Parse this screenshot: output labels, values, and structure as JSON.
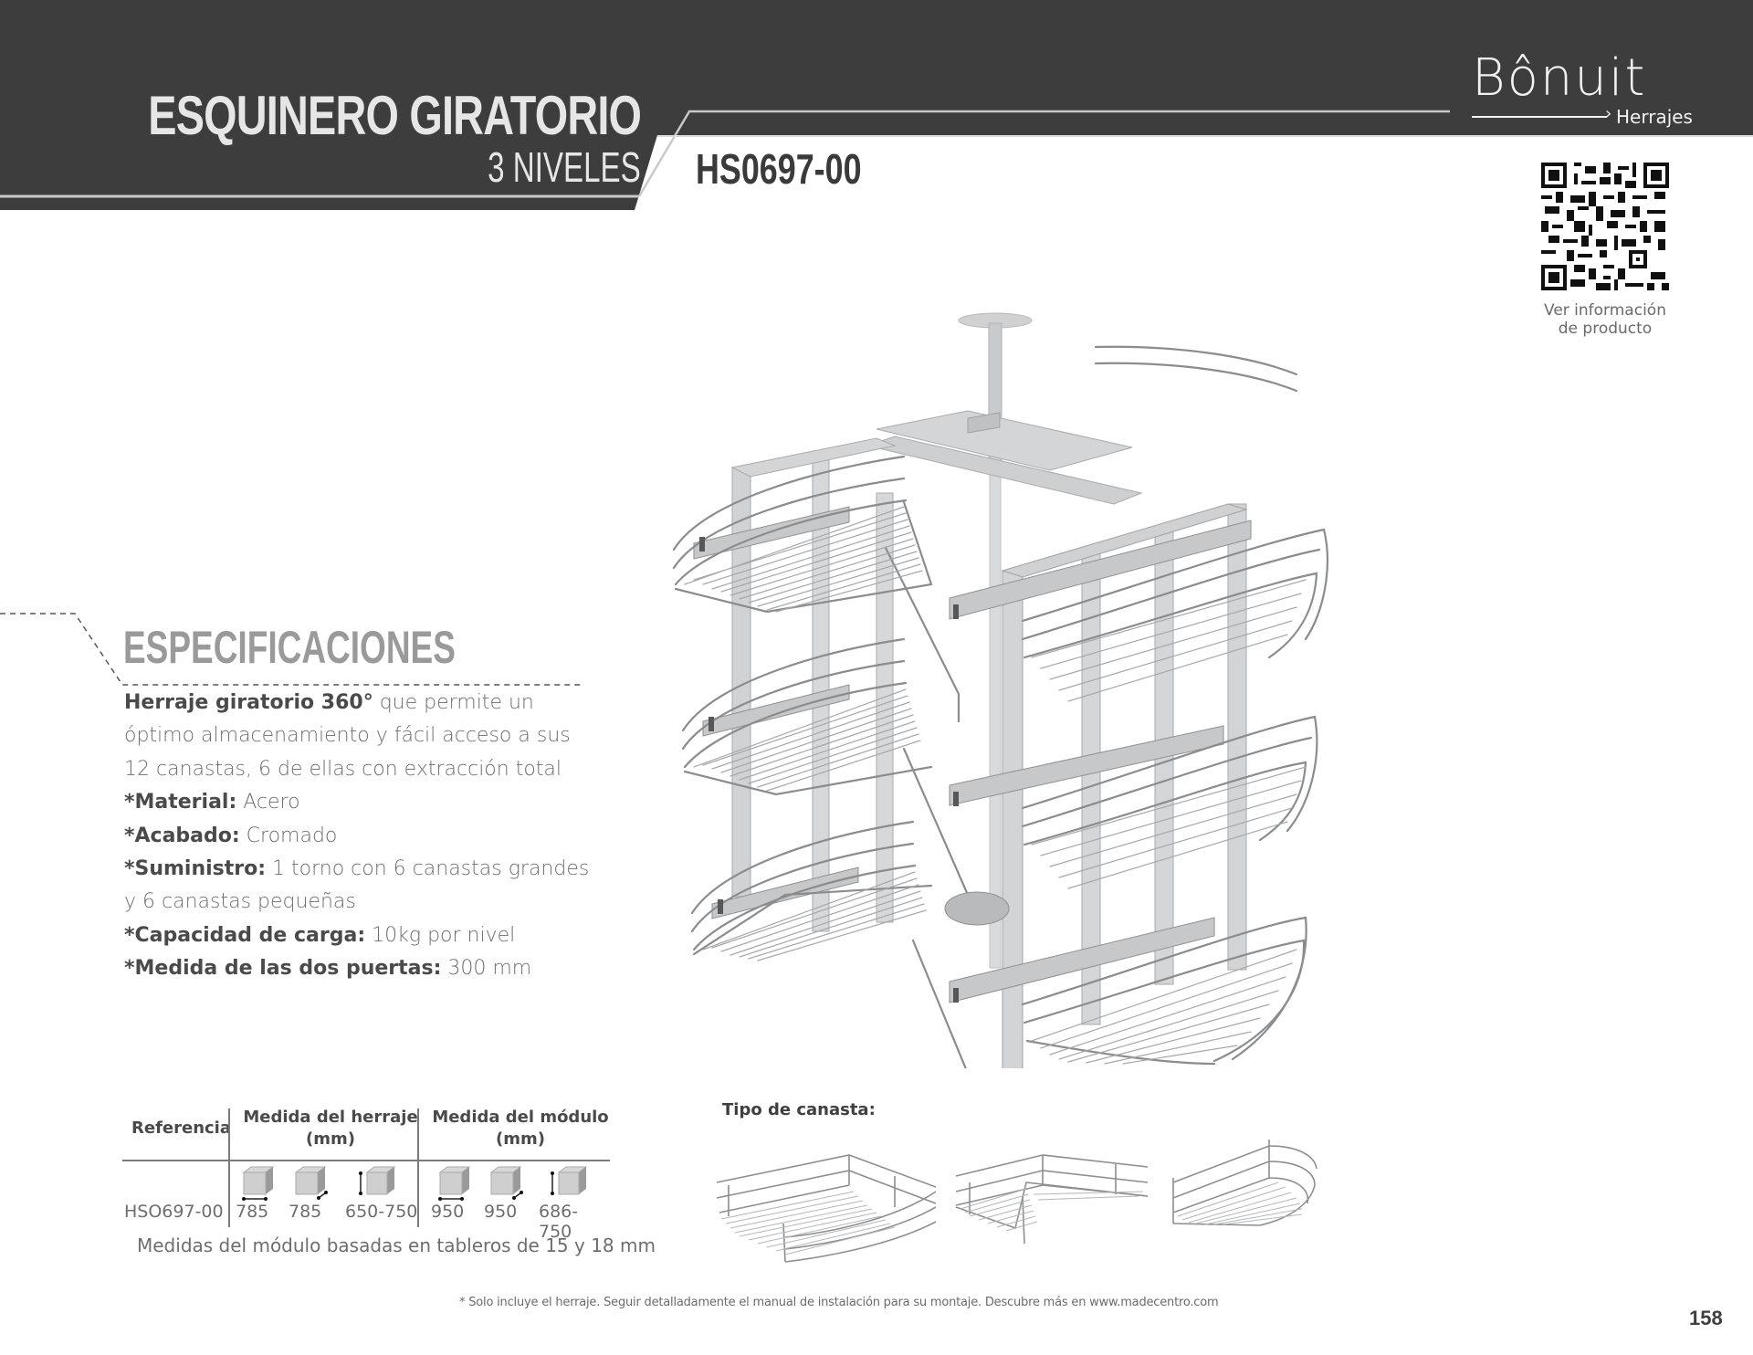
{
  "header": {
    "title": "ESQUINERO GIRATORIO",
    "subtitle": "3 NIVELES",
    "product_code": "HS0697-00",
    "band_color": "#3d3d3d"
  },
  "brand": {
    "name": "Bônuit",
    "sub_label": "Herrajes",
    "chevron": "›"
  },
  "qr": {
    "icon": "qr-code-icon",
    "caption_line1": "Ver información",
    "caption_line2": "de producto"
  },
  "specs": {
    "title": "ESPECIFICACIONES",
    "intro_bold": "Herraje giratorio 360°",
    "intro_rest": " que permite un",
    "line2": "óptimo almacenamiento y fácil acceso a sus",
    "line3": "12 canastas, 6 de ellas con extracción total",
    "items": [
      {
        "label": "*Material:",
        "value": " Acero"
      },
      {
        "label": "*Acabado:",
        "value": " Cromado"
      },
      {
        "label": "*Suministro:",
        "value": " 1 torno con 6 canastas grandes"
      },
      {
        "label": "",
        "value": "y 6 canastas pequeñas"
      },
      {
        "label": "*Capacidad de carga:",
        "value": " 10kg por nivel"
      },
      {
        "label": "*Medida de las dos puertas:",
        "value": " 300 mm"
      }
    ]
  },
  "product_image": {
    "alt": "Esquinero giratorio de 3 niveles con canastas cromadas"
  },
  "table": {
    "headers": {
      "reference": "Referencia",
      "hardware_line1": "Medida del herraje",
      "hardware_line2": "(mm)",
      "module_line1": "Medida del módulo",
      "module_line2": "(mm)"
    },
    "dimension_icons": [
      "width-cube-icon",
      "depth-cube-icon",
      "height-cube-icon",
      "width-cube-icon",
      "depth-cube-icon",
      "height-cube-icon"
    ],
    "rows": [
      {
        "reference": "HSO697-00",
        "hardware": [
          "785",
          "785",
          "650-750"
        ],
        "module": [
          "950",
          "950",
          "686-750"
        ]
      }
    ],
    "note": "Medidas del módulo basadas en tableros de 15 y 18 mm"
  },
  "baskets": {
    "label": "Tipo de canasta:",
    "types": [
      "large-curved-basket",
      "corner-basket",
      "small-curved-basket"
    ]
  },
  "footer": {
    "note": "* Solo incluye el herraje. Seguir detalladamente el manual de instalación para su montaje. Descubre más en www.madecentro.com",
    "page_number": "158"
  }
}
